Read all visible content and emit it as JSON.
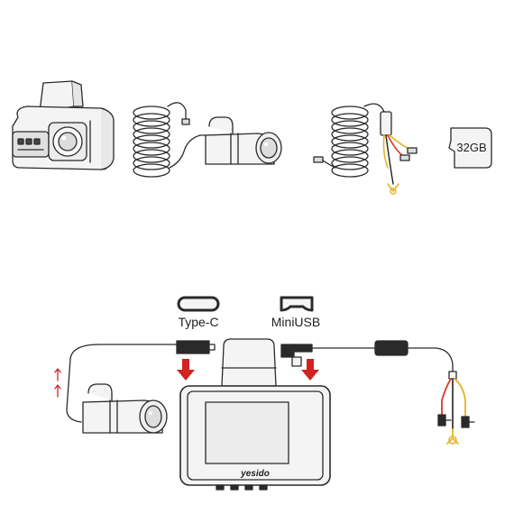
{
  "accessories": {
    "sd_card_label": "32GB"
  },
  "connectors": {
    "type_c_label": "Type-C",
    "mini_usb_label": "MiniUSB"
  },
  "device": {
    "brand": "yesido"
  },
  "colors": {
    "outline": "#2a2a2a",
    "body_fill": "#f4f4f4",
    "arrow_red": "#d32222",
    "wire_red": "#d83a2a",
    "wire_yellow": "#e6b422",
    "wire_black": "#222222"
  }
}
